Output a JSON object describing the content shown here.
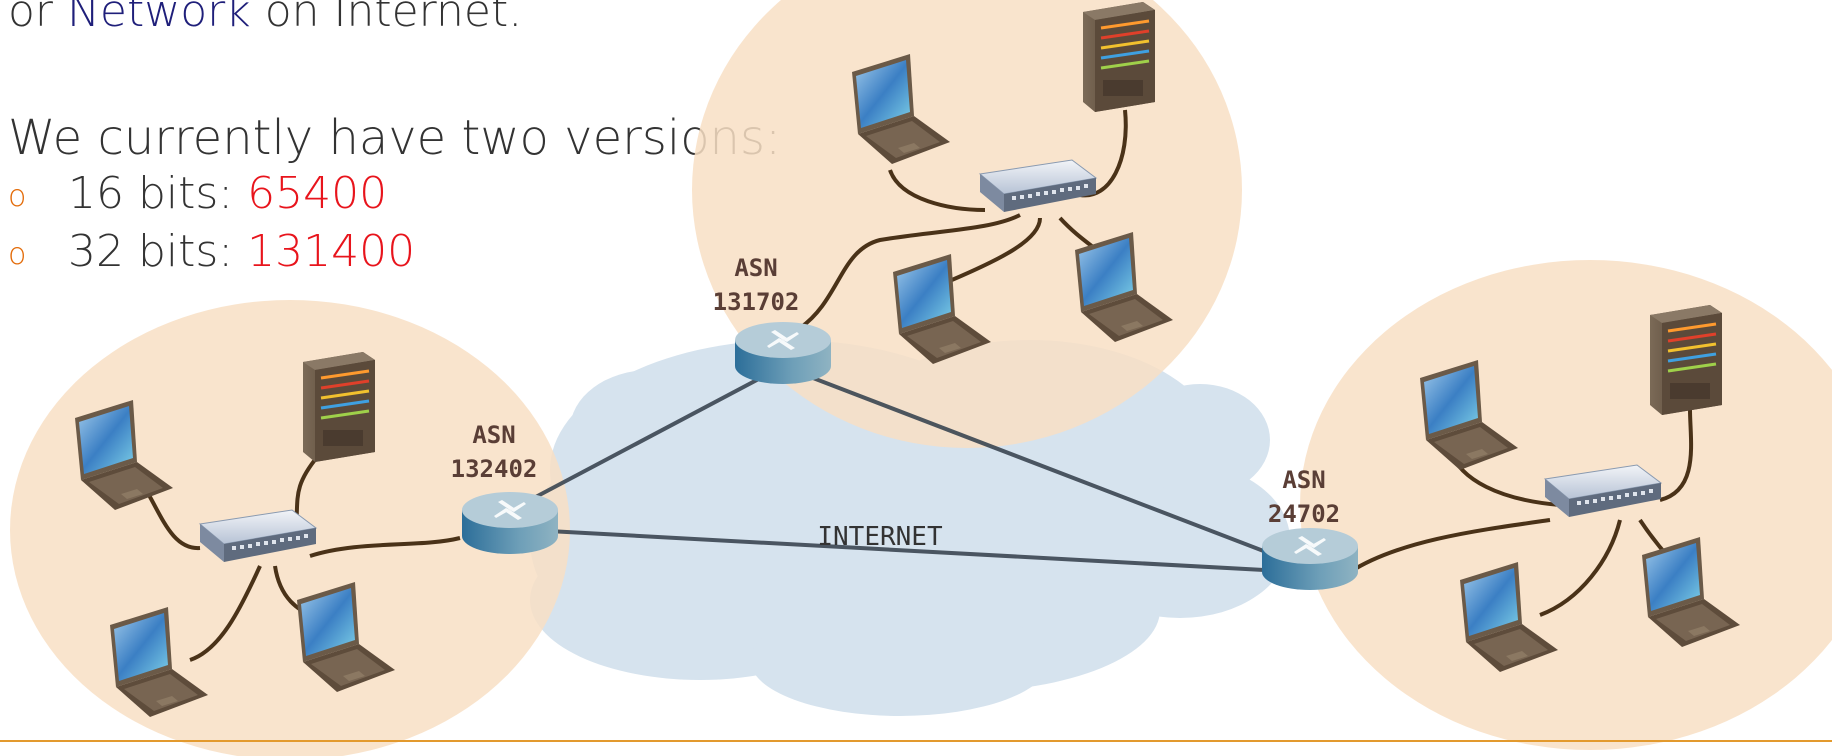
{
  "text": {
    "line1_prefix": "or ",
    "line1_link": "Network",
    "line1_suffix": " on Internet.",
    "versions_heading": "We currently have two versions:",
    "bullets": [
      {
        "label": "16 bits: ",
        "value": "65400"
      },
      {
        "label": "32 bits: ",
        "value": "131400"
      }
    ]
  },
  "diagram": {
    "routers": [
      {
        "asn_label": "ASN",
        "asn_number": "132402"
      },
      {
        "asn_label": "ASN",
        "asn_number": "131702"
      },
      {
        "asn_label": "ASN",
        "asn_number": "24702"
      }
    ],
    "cloud_label": "INTERNET"
  },
  "colors": {
    "network_zone": "#f8dfc4",
    "internet_cloud": "#d6e3ee",
    "accent": "#e36c0a",
    "highlight_red": "#e8141c",
    "link_blue": "#1f1f7a",
    "cable": "#4a3218"
  }
}
